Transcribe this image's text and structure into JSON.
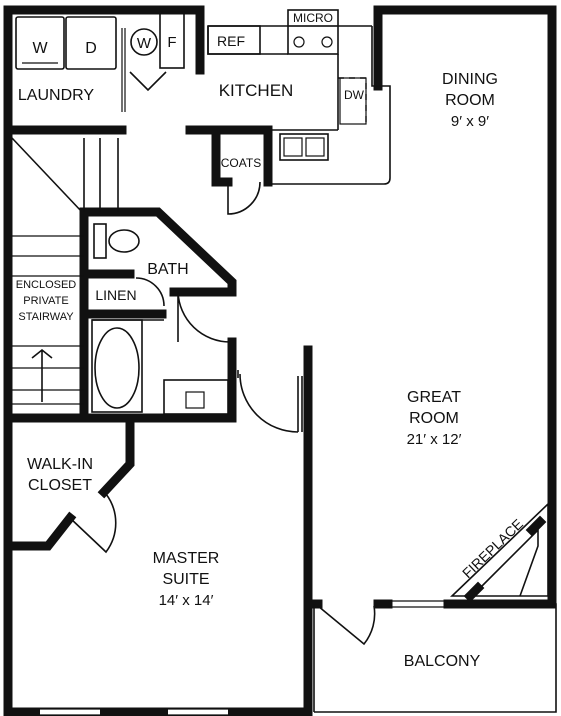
{
  "plan": {
    "rooms": {
      "laundry": "LAUNDRY",
      "kitchen": "KITCHEN",
      "dining_name_line1": "DINING",
      "dining_name_line2": "ROOM",
      "dining_size": "9′ x 9′",
      "coats": "COATS",
      "bath": "BATH",
      "linen": "LINEN",
      "stair_line1": "ENCLOSED",
      "stair_line2": "PRIVATE",
      "stair_line3": "STAIRWAY",
      "great_name_line1": "GREAT",
      "great_name_line2": "ROOM",
      "great_size": "21′ x 12′",
      "closet_line1": "WALK-IN",
      "closet_line2": "CLOSET",
      "master_line1": "MASTER",
      "master_line2": "SUITE",
      "master_size": "14′ x 14′",
      "balcony": "BALCONY",
      "fireplace": "FIREPLACE"
    },
    "appliances": {
      "washer": "W",
      "dryer": "D",
      "stack_washer": "W",
      "stack_dryer": "F",
      "fridge": "REF",
      "micro": "MICRO",
      "dishwasher": "DW"
    }
  }
}
